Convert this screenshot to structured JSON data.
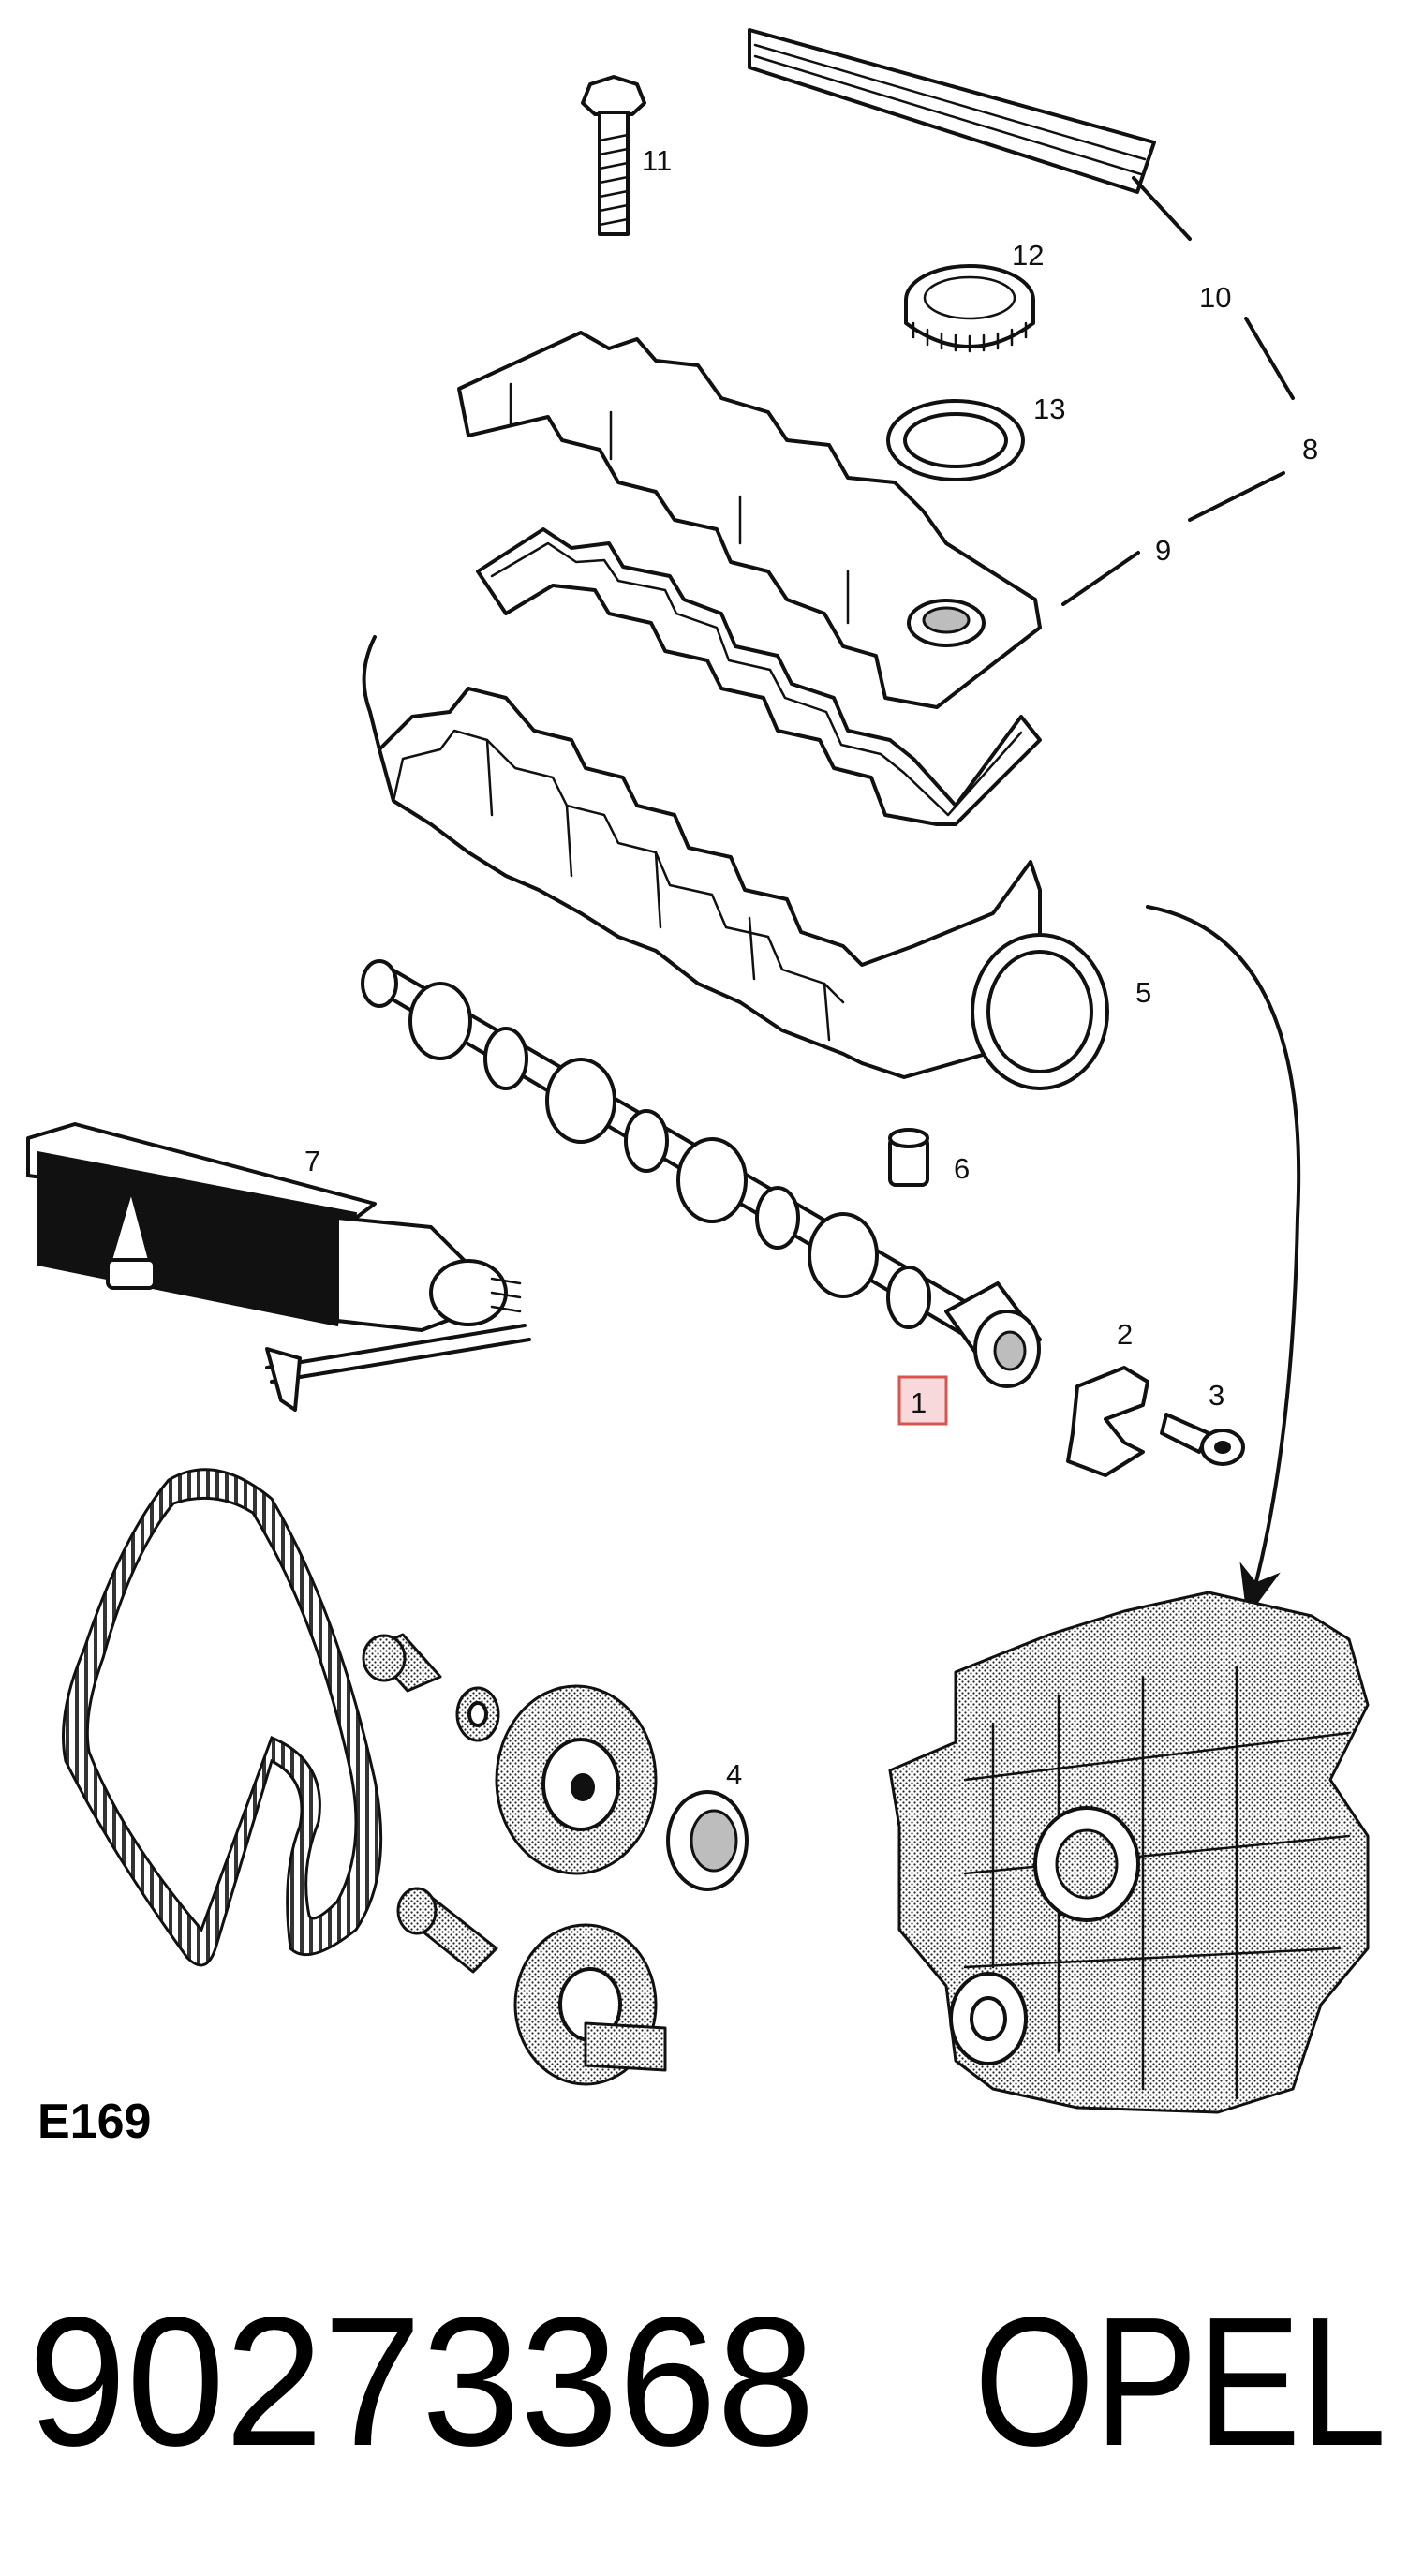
{
  "diagram": {
    "figure_code": "E169",
    "part_number": "90273368",
    "brand": "OPEL",
    "highlighted_callout": "1",
    "callouts": {
      "c1": "1",
      "c2": "2",
      "c3": "3",
      "c4": "4",
      "c5": "5",
      "c6": "6",
      "c7": "7",
      "c8": "8",
      "c9": "9",
      "c10": "10",
      "c11": "11",
      "c12": "12",
      "c13": "13"
    },
    "colors": {
      "highlight_fill": "#f7d9dc",
      "highlight_stroke": "#d9534f",
      "line": "#111111"
    }
  }
}
